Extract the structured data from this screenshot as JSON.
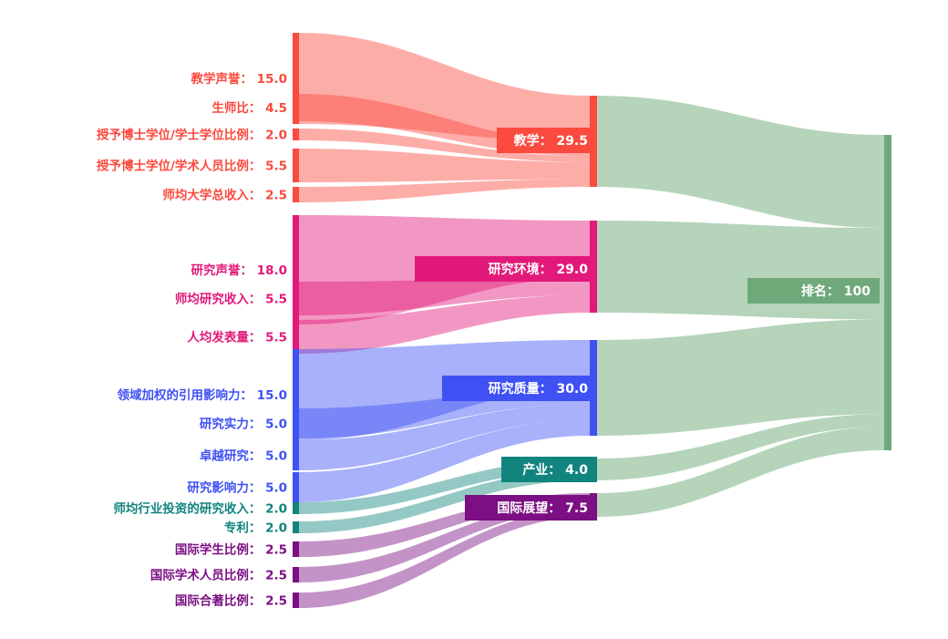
{
  "chart_data": {
    "type": "sankey",
    "title": "",
    "units": "points",
    "nodes": [
      {
        "id": "n0",
        "label": "教学声誉",
        "value": "15.0",
        "layer": 0,
        "color": "#FB4A3E"
      },
      {
        "id": "n1",
        "label": "生师比",
        "value": "4.5",
        "layer": 0,
        "color": "#FB4A3E"
      },
      {
        "id": "n2",
        "label": "授予博士学位/学士学位比例",
        "value": "2.0",
        "layer": 0,
        "color": "#FB4A3E"
      },
      {
        "id": "n3",
        "label": "授予博士学位/学术人员比例",
        "value": "5.5",
        "layer": 0,
        "color": "#FB4A3E"
      },
      {
        "id": "n4",
        "label": "师均大学总收入",
        "value": "2.5",
        "layer": 0,
        "color": "#FB4A3E"
      },
      {
        "id": "n5",
        "label": "研究声誉",
        "value": "18.0",
        "layer": 0,
        "color": "#E2197A"
      },
      {
        "id": "n6",
        "label": "师均研究收入",
        "value": "5.5",
        "layer": 0,
        "color": "#E2197A"
      },
      {
        "id": "n7",
        "label": "人均发表量",
        "value": "5.5",
        "layer": 0,
        "color": "#E2197A"
      },
      {
        "id": "n8",
        "label": "领域加权的引用影响力",
        "value": "15.0",
        "layer": 0,
        "color": "#3F51F3"
      },
      {
        "id": "n9",
        "label": "研究实力",
        "value": "5.0",
        "layer": 0,
        "color": "#3F51F3"
      },
      {
        "id": "n10",
        "label": "卓越研究",
        "value": "5.0",
        "layer": 0,
        "color": "#3F51F3"
      },
      {
        "id": "n11",
        "label": "研究影响力",
        "value": "5.0",
        "layer": 0,
        "color": "#3F51F3"
      },
      {
        "id": "n12",
        "label": "师均行业投资的研究收入",
        "value": "2.0",
        "layer": 0,
        "color": "#11847E"
      },
      {
        "id": "n13",
        "label": "专利",
        "value": "2.0",
        "layer": 0,
        "color": "#11847E"
      },
      {
        "id": "n14",
        "label": "国际学生比例",
        "value": "2.5",
        "layer": 0,
        "color": "#7B0F83"
      },
      {
        "id": "n15",
        "label": "国际学术人员比例",
        "value": "2.5",
        "layer": 0,
        "color": "#7B0F83"
      },
      {
        "id": "n16",
        "label": "国际合著比例",
        "value": "2.5",
        "layer": 0,
        "color": "#7B0F83"
      },
      {
        "id": "m0",
        "label": "教学",
        "value": "29.5",
        "layer": 1,
        "color": "#FB4A3E"
      },
      {
        "id": "m1",
        "label": "研究环境",
        "value": "29.0",
        "layer": 1,
        "color": "#E2197A"
      },
      {
        "id": "m2",
        "label": "研究质量",
        "value": "30.0",
        "layer": 1,
        "color": "#3F51F3"
      },
      {
        "id": "m3",
        "label": "产业",
        "value": "4.0",
        "layer": 1,
        "color": "#11847E"
      },
      {
        "id": "m4",
        "label": "国际展望",
        "value": "7.5",
        "layer": 1,
        "color": "#7B0F83"
      },
      {
        "id": "r0",
        "label": "排名",
        "value": "100",
        "layer": 2,
        "color": "#6FA97A"
      }
    ],
    "links": [
      {
        "source": "n0",
        "target": "m0",
        "value": 15.0,
        "color": "#FB4A3E"
      },
      {
        "source": "n1",
        "target": "m0",
        "value": 4.5,
        "color": "#FB4A3E"
      },
      {
        "source": "n2",
        "target": "m0",
        "value": 2.0,
        "color": "#FB4A3E"
      },
      {
        "source": "n3",
        "target": "m0",
        "value": 5.5,
        "color": "#FB4A3E"
      },
      {
        "source": "n4",
        "target": "m0",
        "value": 2.5,
        "color": "#FB4A3E"
      },
      {
        "source": "n5",
        "target": "m1",
        "value": 18.0,
        "color": "#E2197A"
      },
      {
        "source": "n6",
        "target": "m1",
        "value": 5.5,
        "color": "#E2197A"
      },
      {
        "source": "n7",
        "target": "m1",
        "value": 5.5,
        "color": "#E2197A"
      },
      {
        "source": "n8",
        "target": "m2",
        "value": 15.0,
        "color": "#3F51F3"
      },
      {
        "source": "n9",
        "target": "m2",
        "value": 5.0,
        "color": "#3F51F3"
      },
      {
        "source": "n10",
        "target": "m2",
        "value": 5.0,
        "color": "#3F51F3"
      },
      {
        "source": "n11",
        "target": "m2",
        "value": 5.0,
        "color": "#3F51F3"
      },
      {
        "source": "n12",
        "target": "m3",
        "value": 2.0,
        "color": "#11847E"
      },
      {
        "source": "n13",
        "target": "m3",
        "value": 2.0,
        "color": "#11847E"
      },
      {
        "source": "n14",
        "target": "m4",
        "value": 2.5,
        "color": "#7B0F83"
      },
      {
        "source": "n15",
        "target": "m4",
        "value": 2.5,
        "color": "#7B0F83"
      },
      {
        "source": "n16",
        "target": "m4",
        "value": 2.5,
        "color": "#7B0F83"
      },
      {
        "source": "m0",
        "target": "r0",
        "value": 29.5,
        "color": "#A8CCAE"
      },
      {
        "source": "m1",
        "target": "r0",
        "value": 29.0,
        "color": "#A8CCAE"
      },
      {
        "source": "m2",
        "target": "r0",
        "value": 30.0,
        "color": "#A8CCAE"
      },
      {
        "source": "m3",
        "target": "r0",
        "value": 4.0,
        "color": "#A8CCAE"
      },
      {
        "source": "m4",
        "target": "r0",
        "value": 7.5,
        "color": "#A8CCAE"
      }
    ],
    "colors": {
      "teaching": "#FB4A3E",
      "research_env": "#E2197A",
      "research_quality": "#3F51F3",
      "industry": "#11847E",
      "international": "#7B0F83",
      "ranking": "#6FA97A",
      "ranking_link": "#A8CCAE",
      "background": "#FFFFFF"
    },
    "label_separator": "： "
  }
}
